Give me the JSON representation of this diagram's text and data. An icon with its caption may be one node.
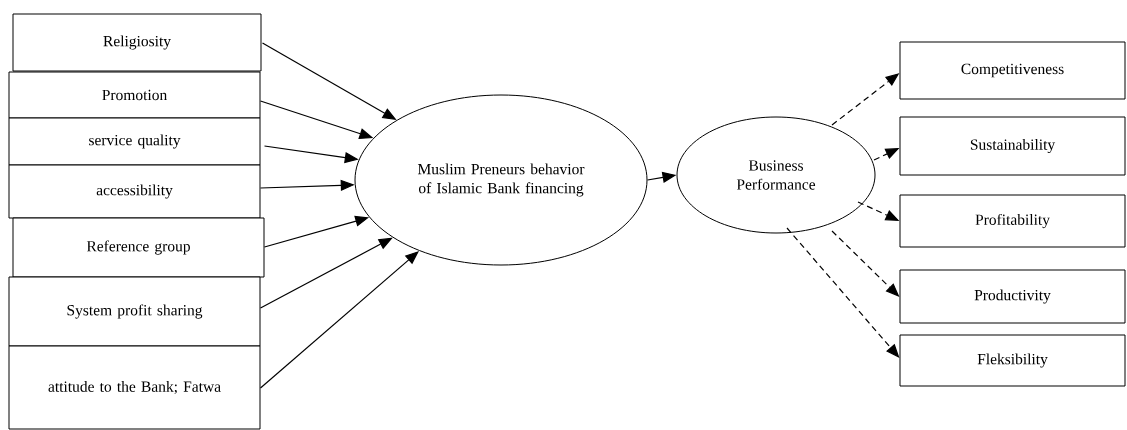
{
  "diagram": {
    "nodes": [
      {
        "text": [
          "Religiosity"
        ]
      },
      {
        "text": [
          "Promotion"
        ]
      },
      {
        "text": [
          "service quality"
        ]
      },
      {
        "text": [
          "accessibility"
        ]
      },
      {
        "text": [
          "Reference group"
        ]
      },
      {
        "text": [
          "System profit sharing"
        ]
      },
      {
        "text": [
          "attitude to the Bank; Fatwa"
        ]
      },
      {
        "text": [
          "Muslim Preneurs behavior of Islamic Bank financing"
        ]
      },
      {
        "text": [
          "Business Performance"
        ]
      },
      {
        "text": [
          "Competitiveness"
        ]
      },
      {
        "text": [
          "Sustainability"
        ]
      },
      {
        "text": [
          "Profitability"
        ]
      },
      {
        "text": [
          "Productivity"
        ]
      },
      {
        "text": [
          "Fleksibility"
        ]
      }
    ],
    "edges": [
      {
        "from": 0,
        "to": 7,
        "arrow": "to"
      },
      {
        "from": 1,
        "to": 7,
        "arrow": "to"
      },
      {
        "from": 2,
        "to": 7,
        "arrow": "to"
      },
      {
        "from": 3,
        "to": 7,
        "arrow": "to"
      },
      {
        "from": 4,
        "to": 7,
        "arrow": "to"
      },
      {
        "from": 5,
        "to": 7,
        "arrow": "to"
      },
      {
        "from": 6,
        "to": 7,
        "arrow": "to"
      },
      {
        "from": 7,
        "to": 8,
        "arrow": "to"
      },
      {
        "from": 8,
        "to": 9,
        "arrow": "to",
        "style": "dashed"
      },
      {
        "from": 8,
        "to": 10,
        "arrow": "to",
        "style": "dashed"
      },
      {
        "from": 8,
        "to": 11,
        "arrow": "to",
        "style": "dashed"
      },
      {
        "from": 8,
        "to": 12,
        "arrow": "to",
        "style": "dashed"
      },
      {
        "from": 8,
        "to": 13,
        "arrow": "to",
        "style": "dashed"
      }
    ]
  }
}
